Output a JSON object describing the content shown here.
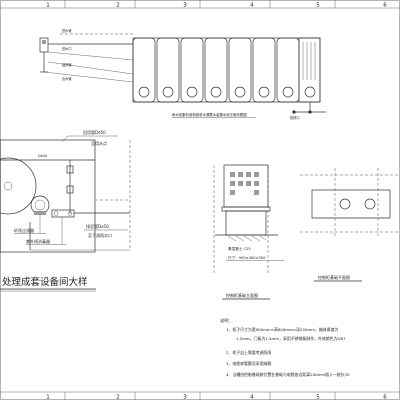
{
  "frame": {
    "grid_numbers": [
      "1",
      "2",
      "3",
      "4",
      "5",
      "6"
    ],
    "colors": {
      "line": "#333333",
      "fill": "#9a9a9a",
      "background": "#ffffff"
    }
  },
  "top_view": {
    "caption": "雨水收集利用和回收水源蓄水装置水池平面布置图",
    "labels": [
      "进水管",
      "进水口",
      "溢流管",
      "出水管",
      "检修口"
    ]
  },
  "equipment_room": {
    "return_pipe": "回用管De50",
    "return_point": "至用水点",
    "pipe_size": "De40",
    "filter": "砂洗过滤器",
    "uv": "紫外线消毒器",
    "drain_pipe": "排泥管De50",
    "drain_point": "至下游雨水口",
    "title": "处理成套设备间大样"
  },
  "cabinet": {
    "concrete": "素混凝土 C25",
    "size": "尺寸：900×400×300",
    "elevation_title": "控制柜基础立面图",
    "plan_title": "控制柜基础平面图"
  },
  "notes": {
    "heading": "说明：",
    "lines": [
      "1、柜子尺寸为宽900mm×高600mm×深250mm，箱体厚度为",
      "1.2mm，门板为1.5mm，采用不锈钢板制作，外体颜色为GB7",
      "2、柜子自上需要考虑防雨",
      "3、电缆穿管敷设采用暗敷",
      "4、当槽由控制基础前位置在基础与电缆各边距离200mm插入一根长30"
    ]
  }
}
